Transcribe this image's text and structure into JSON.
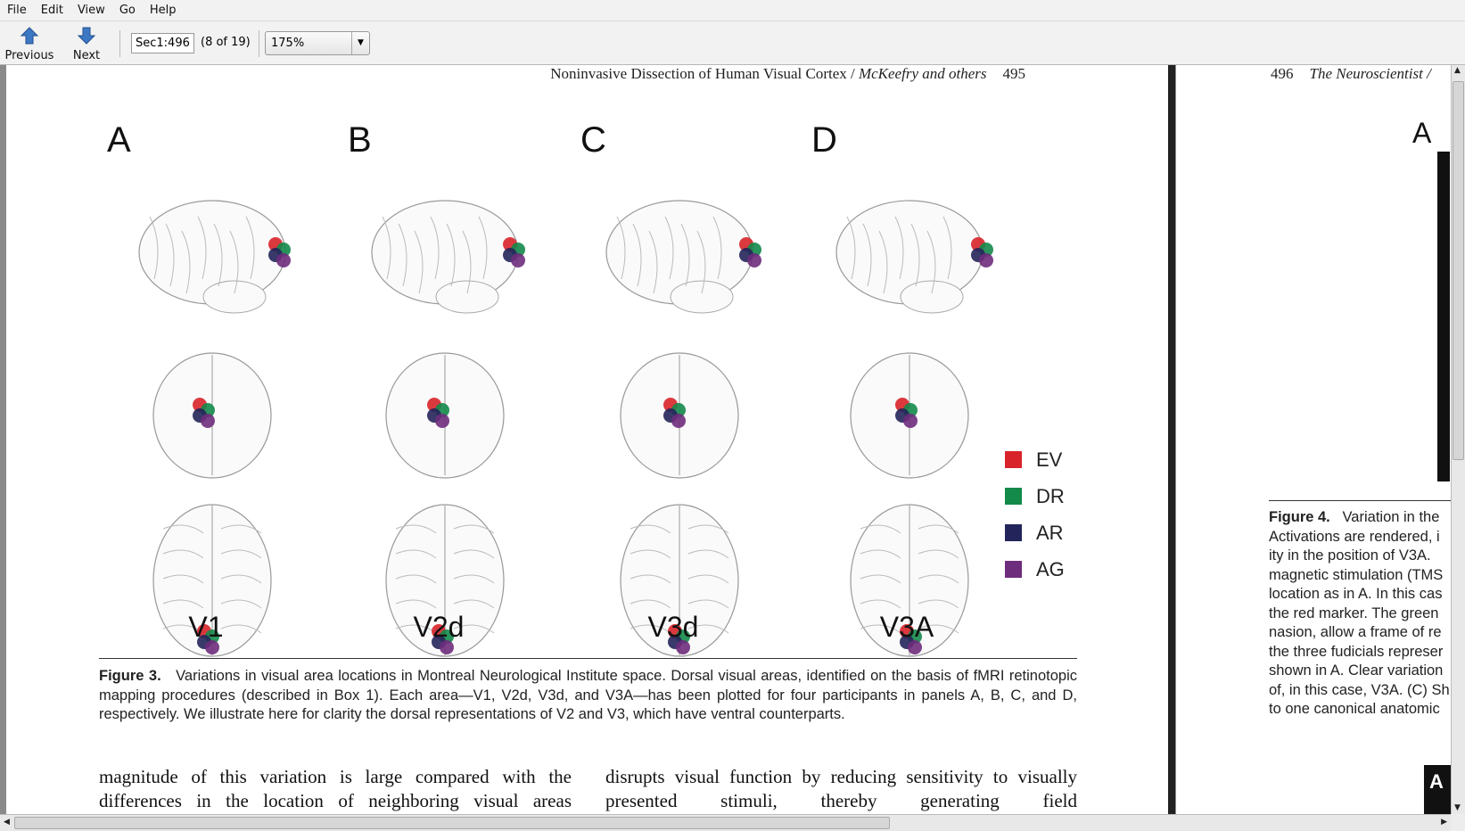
{
  "menu": [
    "File",
    "Edit",
    "View",
    "Go",
    "Help"
  ],
  "toolbar": {
    "previous": "Previous",
    "next": "Next",
    "page_input": "Sec1:496",
    "page_count": "(8 of 19)",
    "zoom": "175%"
  },
  "page1": {
    "running_head": "Noninvasive Dissection of Human Visual Cortex / ",
    "running_head_authors": "McKeefry and others",
    "page_number": "495",
    "panels": [
      "A",
      "B",
      "C",
      "D"
    ],
    "areas": [
      "V1",
      "V2d",
      "V3d",
      "V3A"
    ],
    "legend": [
      {
        "label": "EV",
        "color": "#d8232a"
      },
      {
        "label": "DR",
        "color": "#138a4a"
      },
      {
        "label": "AR",
        "color": "#23255a"
      },
      {
        "label": "AG",
        "color": "#6e2c7c"
      }
    ],
    "caption_label": "Figure 3.",
    "caption": "Variations in visual area locations in Montreal Neurological Institute space. Dorsal visual areas, identified on the basis of fMRI retinotopic mapping procedures (described in Box 1). Each area—V1, V2d, V3d, and V3A—has been plotted for four participants in panels A, B, C, and D, respectively. We illustrate here for clarity the dorsal representations of V2 and V3, which have ventral counterparts.",
    "body_left": "magnitude of this variation is large compared with the differences in the location of neighboring visual areas",
    "body_right": "disrupts visual function by reducing sensitivity to visually presented stimuli, thereby generating field"
  },
  "page2": {
    "page_number": "496",
    "running_head": "The Neuroscientist /",
    "panel_label": "A",
    "caption_label": "Figure 4.",
    "caption_lines": [
      "Variation in the",
      "Activations are rendered, i",
      "ity in the position of V3A.",
      "magnetic stimulation (TMS",
      "location as in A. In this cas",
      "the red marker. The green",
      "nasion, allow a frame of re",
      "the three fudicials represer",
      "shown in A. Clear variation",
      "of, in this case, V3A. (C) Sh",
      "to one canonical anatomic"
    ],
    "bottom_label": "A"
  }
}
